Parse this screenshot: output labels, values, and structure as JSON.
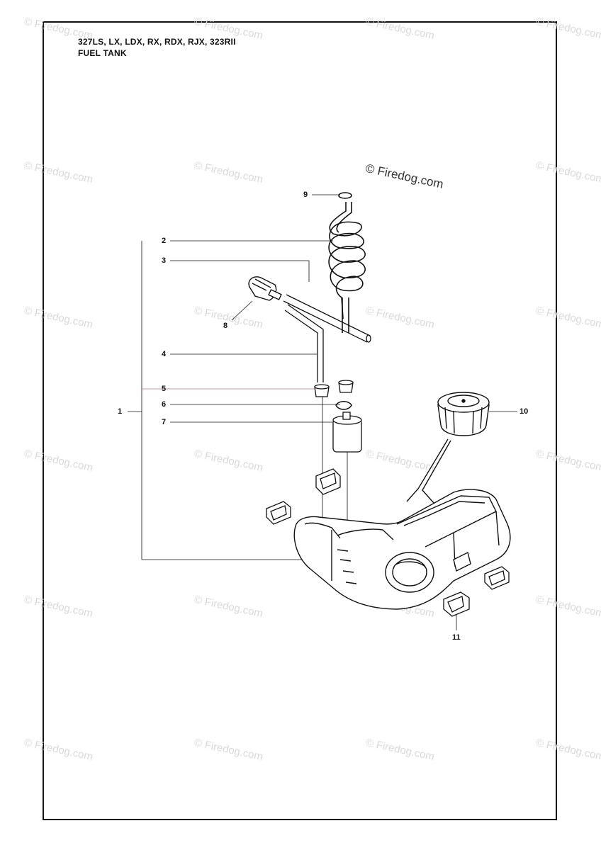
{
  "header": {
    "models": "327LS, LX, LDX, RX, RDX, RJX, 323RII",
    "section": "FUEL TANK"
  },
  "watermark": {
    "text": "© Firedog.com",
    "color": "#d9d9d9"
  },
  "callouts": {
    "c1": "1",
    "c2": "2",
    "c3": "3",
    "c4": "4",
    "c5": "5",
    "c6": "6",
    "c7": "7",
    "c8": "8",
    "c9": "9",
    "c10": "10",
    "c11": "11"
  },
  "colors": {
    "line": "#111111",
    "leader_pink": "#b07090"
  }
}
